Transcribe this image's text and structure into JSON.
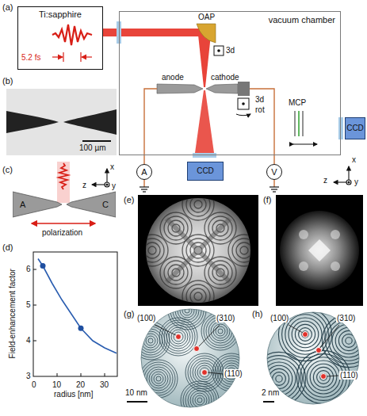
{
  "diagram": {
    "nodes": [
      {
        "text": [
          "Ti:sapphire"
        ]
      },
      {
        "text": [
          "vacuum chamber"
        ]
      },
      {
        "text": [
          "CCD"
        ]
      },
      {
        "text": [
          "A"
        ]
      },
      {
        "text": [
          "CCD"
        ]
      },
      {
        "text": [
          "V"
        ]
      },
      {
        "text": [
          "A"
        ]
      },
      {
        "text": [
          "C"
        ]
      }
    ],
    "labels": [
      "(a)",
      "5.2 fs",
      "OAP",
      "3d",
      "anode",
      "cathode",
      "3d",
      "rot",
      "MCP",
      "x",
      "y",
      "z",
      "(b)",
      "100 µm",
      "(c)",
      "polarization",
      "x",
      "y",
      "z",
      "(d)",
      "Field-enhancement factor",
      "radius [nm]",
      "3",
      "4",
      "5",
      "6",
      "0",
      "10",
      "20",
      "30",
      "(e)",
      "(f)",
      "(g)",
      "(100)",
      "(310)",
      "(110)",
      "10 nm",
      "(h)",
      "(100)",
      "(310)",
      "(110)",
      "2 nm"
    ]
  }
}
